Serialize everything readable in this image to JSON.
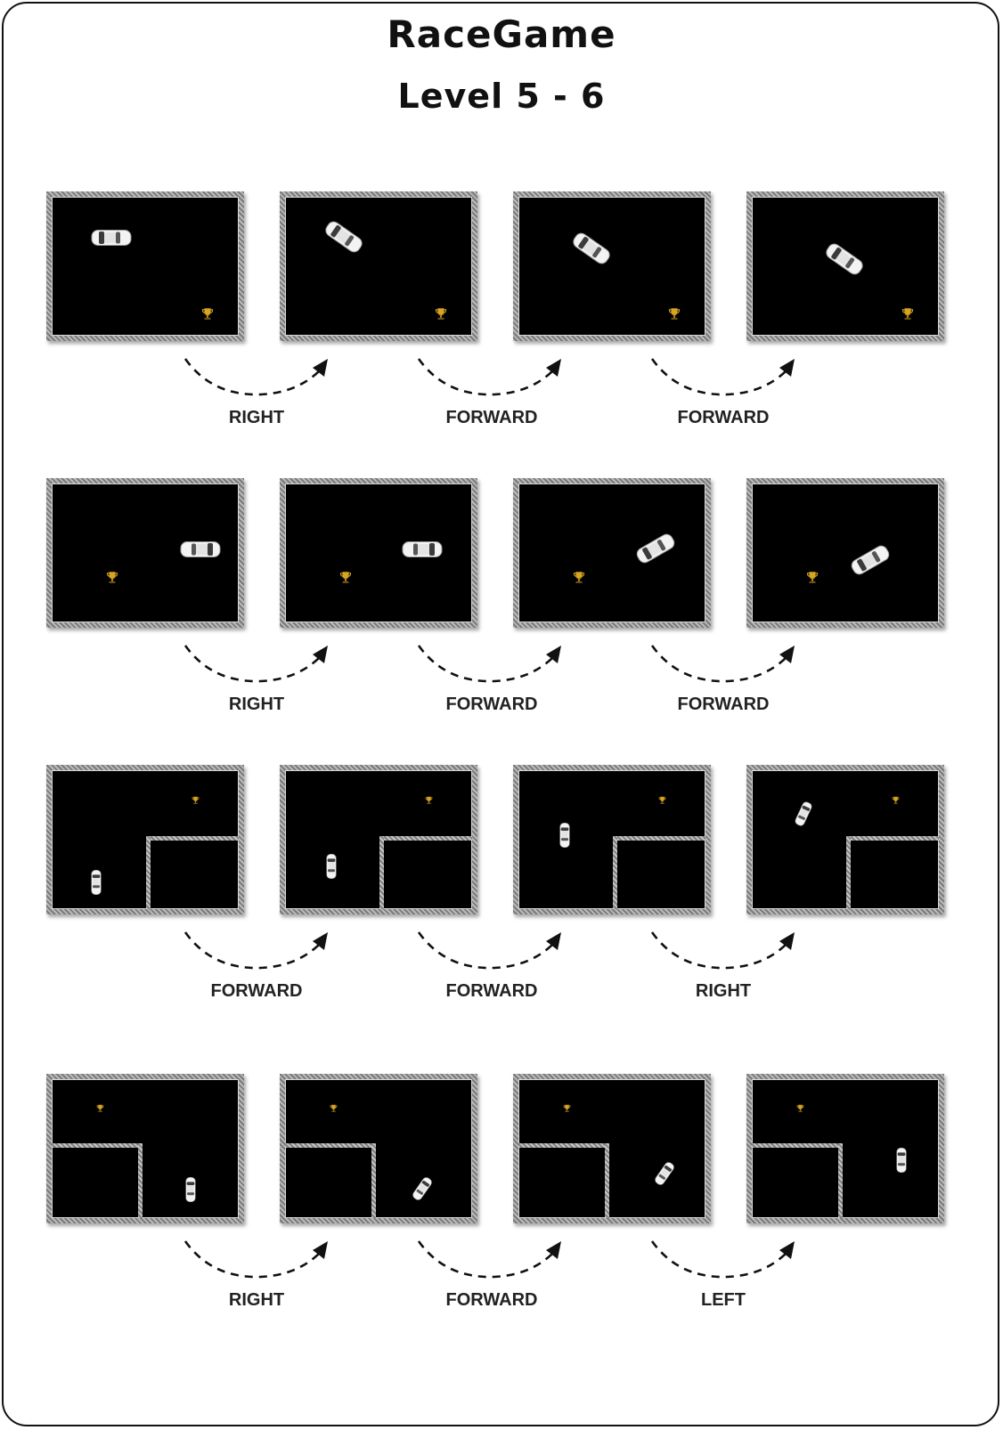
{
  "header": {
    "game_title": "RaceGame",
    "level_title": "Level 5 - 6"
  },
  "colors": {
    "board_background": "#000000",
    "board_border": "#9d9d9d",
    "car_body": "#f2f2f2",
    "trophy": "#d4a017",
    "arrow": "#111111"
  },
  "icons": {
    "car": "car-icon",
    "goal": "trophy-icon",
    "transition": "curved-dashed-arrow-icon"
  },
  "rows": [
    {
      "actions": [
        "RIGHT",
        "FORWARD",
        "FORWARD"
      ]
    },
    {
      "actions": [
        "RIGHT",
        "FORWARD",
        "FORWARD"
      ]
    },
    {
      "actions": [
        "FORWARD",
        "FORWARD",
        "RIGHT"
      ]
    },
    {
      "actions": [
        "RIGHT",
        "FORWARD",
        "LEFT"
      ]
    }
  ]
}
